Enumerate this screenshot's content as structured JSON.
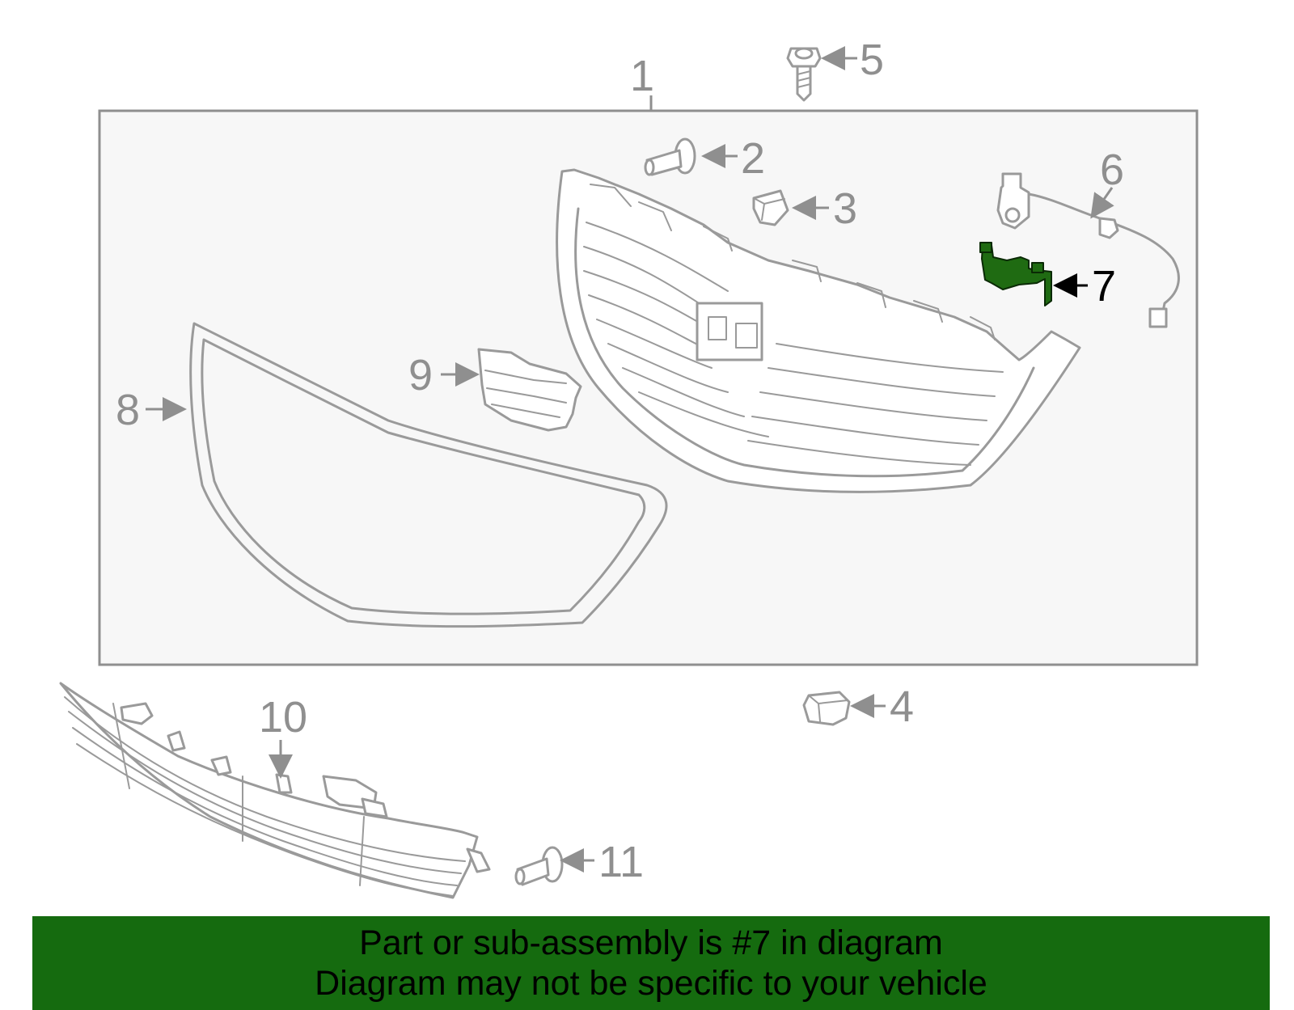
{
  "diagram": {
    "callouts": [
      "1",
      "2",
      "3",
      "4",
      "5",
      "6",
      "7",
      "8",
      "9",
      "10",
      "11"
    ],
    "highlighted_callout": "7",
    "colors": {
      "highlight": "#1f6b12",
      "banner": "#156b0f",
      "line": "#9a9a9a",
      "panel": "#f7f7f7"
    }
  },
  "banner": {
    "line1": "Part or sub-assembly is #7 in diagram",
    "line2": "Diagram may not be specific to your vehicle"
  }
}
